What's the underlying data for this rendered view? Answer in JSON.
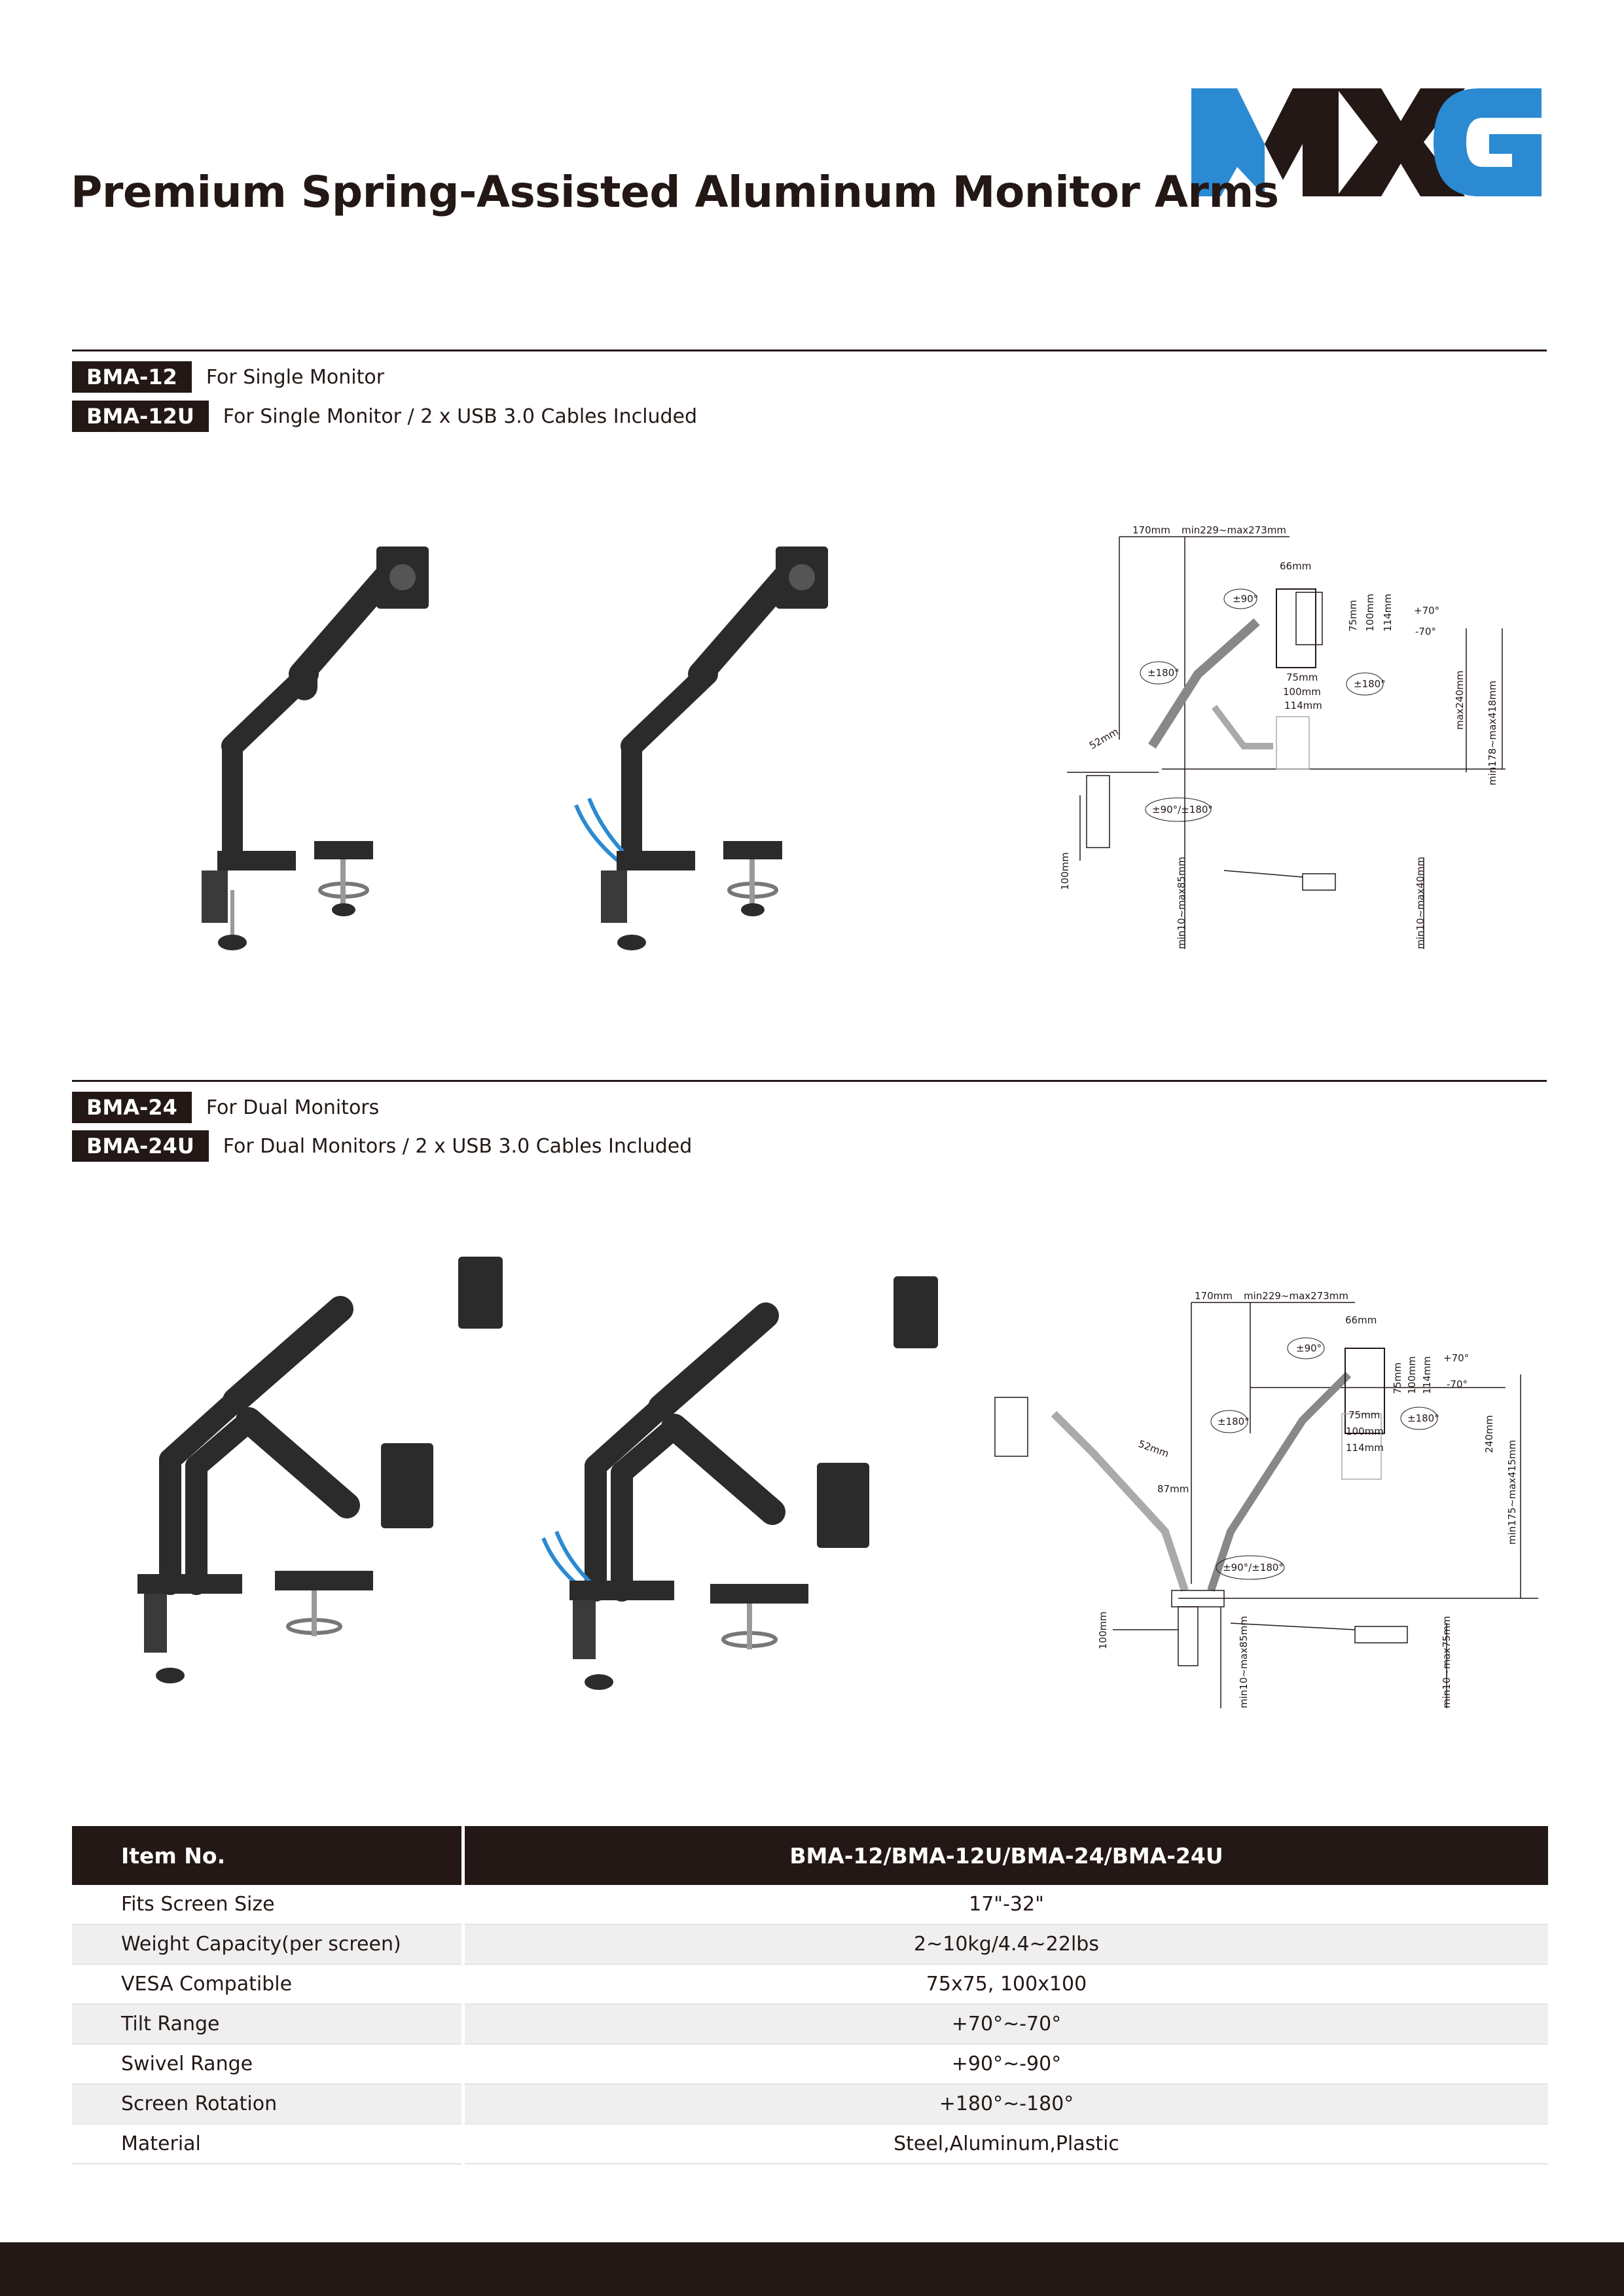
{
  "brand": {
    "logo_text": "MXG",
    "colors": {
      "blue": "#2b8ad2",
      "dark": "#231815"
    }
  },
  "title": "Premium Spring-Assisted Aluminum Monitor Arms",
  "sections": [
    {
      "models": [
        {
          "code": "BMA-12",
          "desc": "For Single Monitor"
        },
        {
          "code": "BMA-12U",
          "desc": "For Single Monitor / 2 x USB 3.0 Cables Included"
        }
      ],
      "diagram": {
        "labels": [
          "170mm",
          "min229~max273mm",
          "66mm",
          "±90°",
          "+70°",
          "-70°",
          "75mm",
          "100mm",
          "114mm",
          "±180°",
          "75mm",
          "100mm",
          "114mm",
          "±180°",
          "max240mm",
          "min178~max418mm",
          "52mm",
          "±90°/±180°",
          "100mm",
          "min10~max85mm",
          "min10~max40mm"
        ]
      }
    },
    {
      "models": [
        {
          "code": "BMA-24",
          "desc": "For Dual Monitors"
        },
        {
          "code": "BMA-24U",
          "desc": "For Dual Monitors / 2 x USB 3.0 Cables Included"
        }
      ],
      "diagram": {
        "labels": [
          "170mm",
          "min229~max273mm",
          "66mm",
          "±90°",
          "+70°",
          "-70°",
          "75mm",
          "100mm",
          "114mm",
          "±180°",
          "75mm",
          "100mm",
          "114mm",
          "±180°",
          "240mm",
          "min175~max415mm",
          "52mm",
          "87mm",
          "±90°/±180°",
          "100mm",
          "min10~max85mm",
          "min10~max75mm"
        ]
      }
    }
  ],
  "spec_table": {
    "header": [
      "Item No.",
      "BMA-12/BMA-12U/BMA-24/BMA-24U"
    ],
    "rows": [
      [
        "Fits Screen Size",
        "17\"-32\""
      ],
      [
        "Weight Capacity(per screen)",
        "2~10kg/4.4~22lbs"
      ],
      [
        "VESA Compatible",
        "75x75, 100x100"
      ],
      [
        "Tilt Range",
        "+70°~-70°"
      ],
      [
        "Swivel Range",
        "+90°~-90°"
      ],
      [
        "Screen Rotation",
        "+180°~-180°"
      ],
      [
        "Material",
        "Steel,Aluminum,Plastic"
      ]
    ]
  }
}
